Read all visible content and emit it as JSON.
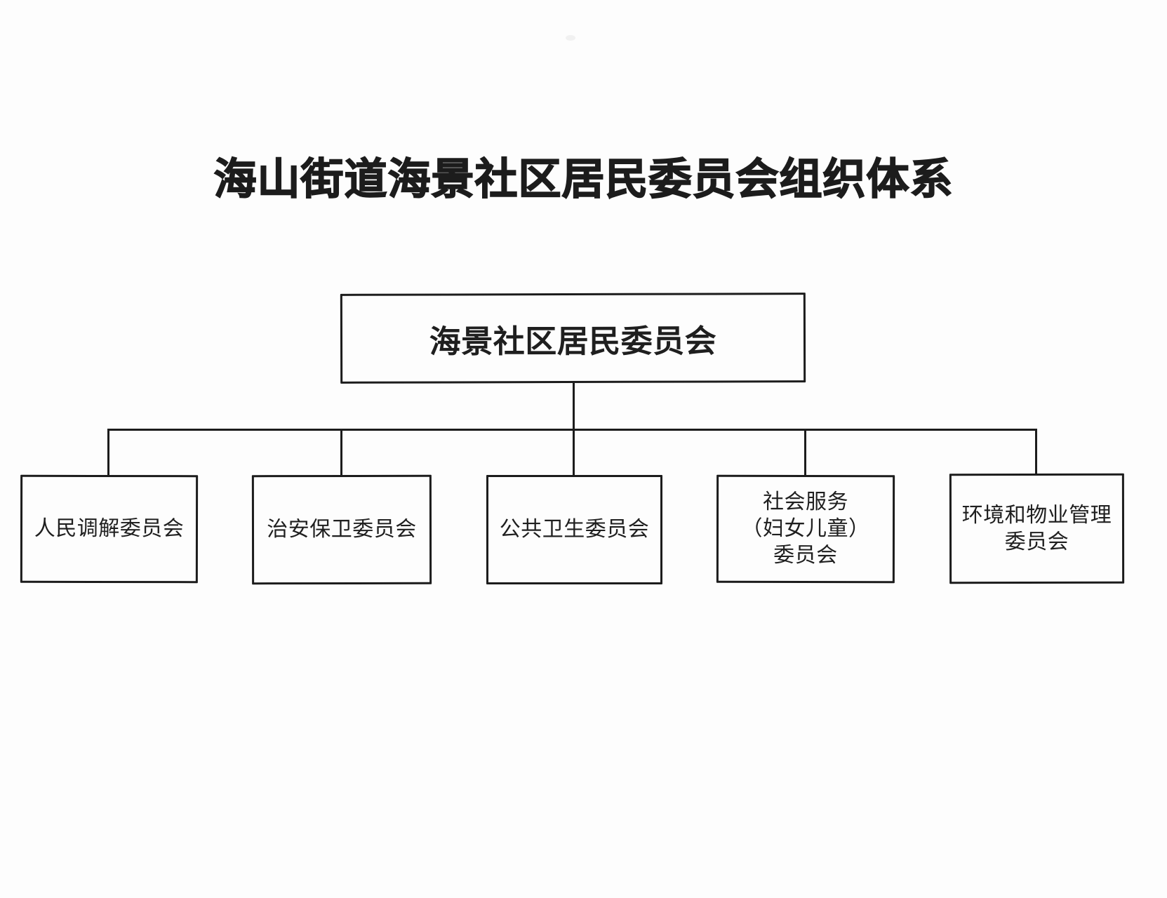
{
  "page": {
    "title": "海山街道海景社区居民委员会组织体系"
  },
  "org": {
    "root": {
      "label": "海景社区居民委员会"
    },
    "children": [
      {
        "label": "人民调解委员会",
        "lines": [
          "人民调解委员会"
        ]
      },
      {
        "label": "治安保卫委员会",
        "lines": [
          "治安保卫委员会"
        ]
      },
      {
        "label": "公共卫生委员会",
        "lines": [
          "公共卫生委员会"
        ]
      },
      {
        "label": "社会服务（妇女儿童）委员会",
        "lines": [
          "社会服务",
          "（妇女儿童）",
          "委员会"
        ]
      },
      {
        "label": "环境和物业管理委员会",
        "lines": [
          "环境和物业管理",
          "委员会"
        ]
      }
    ]
  },
  "colors": {
    "line": "#1c1c1c",
    "text": "#1f1f1f",
    "background": "#fdfdfd"
  }
}
